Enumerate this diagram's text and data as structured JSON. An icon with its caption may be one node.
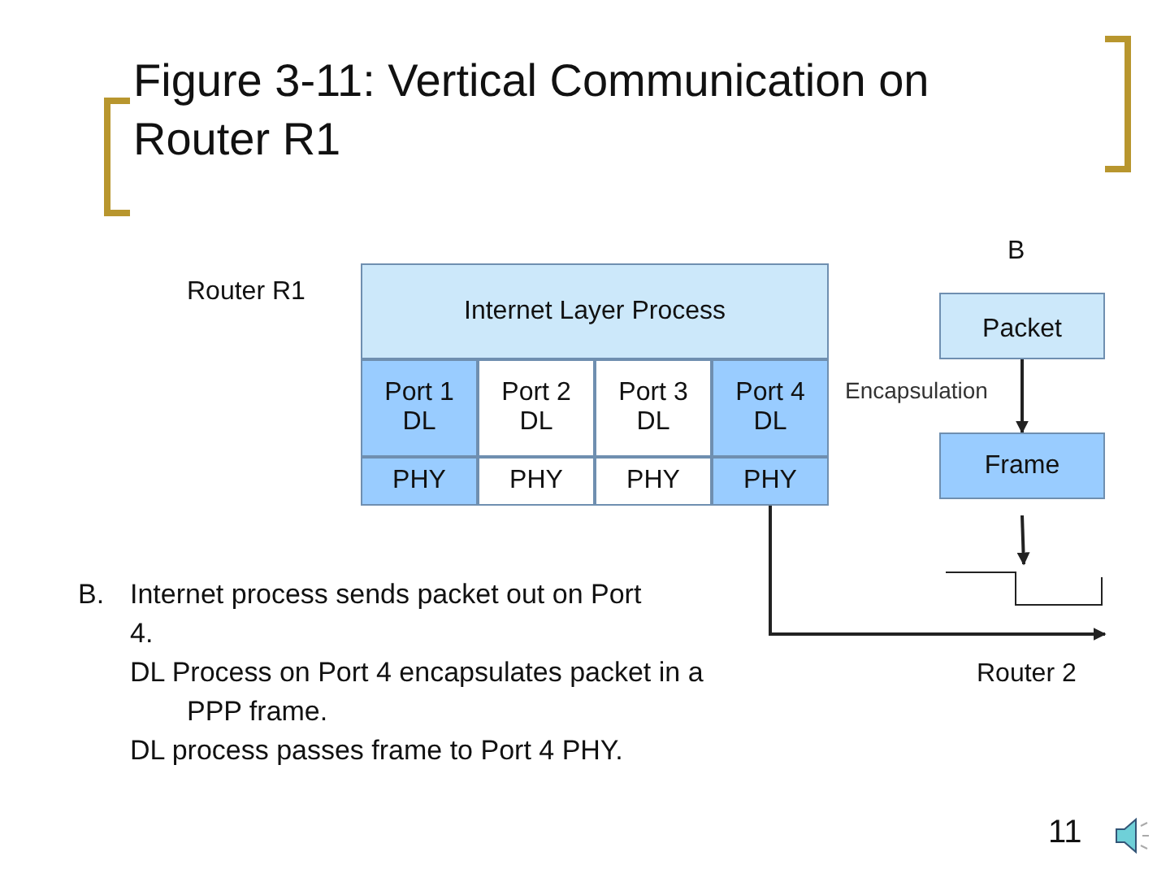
{
  "diagram": {
    "title": "Figure 3-11: Vertical Communication on  Router R1",
    "nodes": [
      {
        "text": [
          "Internet Layer Process"
        ]
      },
      {
        "text": [
          "Port 1 DL"
        ]
      },
      {
        "text": [
          "Port 2 DL"
        ]
      },
      {
        "text": [
          "Port 3 DL"
        ]
      },
      {
        "text": [
          "Port 4 DL"
        ]
      },
      {
        "text": [
          "PHY"
        ]
      },
      {
        "text": [
          "PHY"
        ]
      },
      {
        "text": [
          "PHY"
        ]
      },
      {
        "text": [
          "PHY"
        ]
      },
      {
        "text": [
          "Packet"
        ]
      },
      {
        "text": [
          "Frame"
        ]
      }
    ],
    "edges": [
      {
        "from": 9,
        "to": 10,
        "arrow": "to",
        "label": "Encapsulation"
      },
      {
        "from": 10,
        "to": null,
        "arrow": "to"
      },
      {
        "from": 8,
        "to": null,
        "arrow": "to"
      }
    ],
    "labels": [
      "B",
      "Router R1",
      "Router 2",
      "B.",
      "Internet process sends packet out on Port 4.",
      "DL Process on Port 4 encapsulates packet in a PPP frame.",
      "DL process passes frame to Port 4 PHY.",
      "11"
    ]
  }
}
